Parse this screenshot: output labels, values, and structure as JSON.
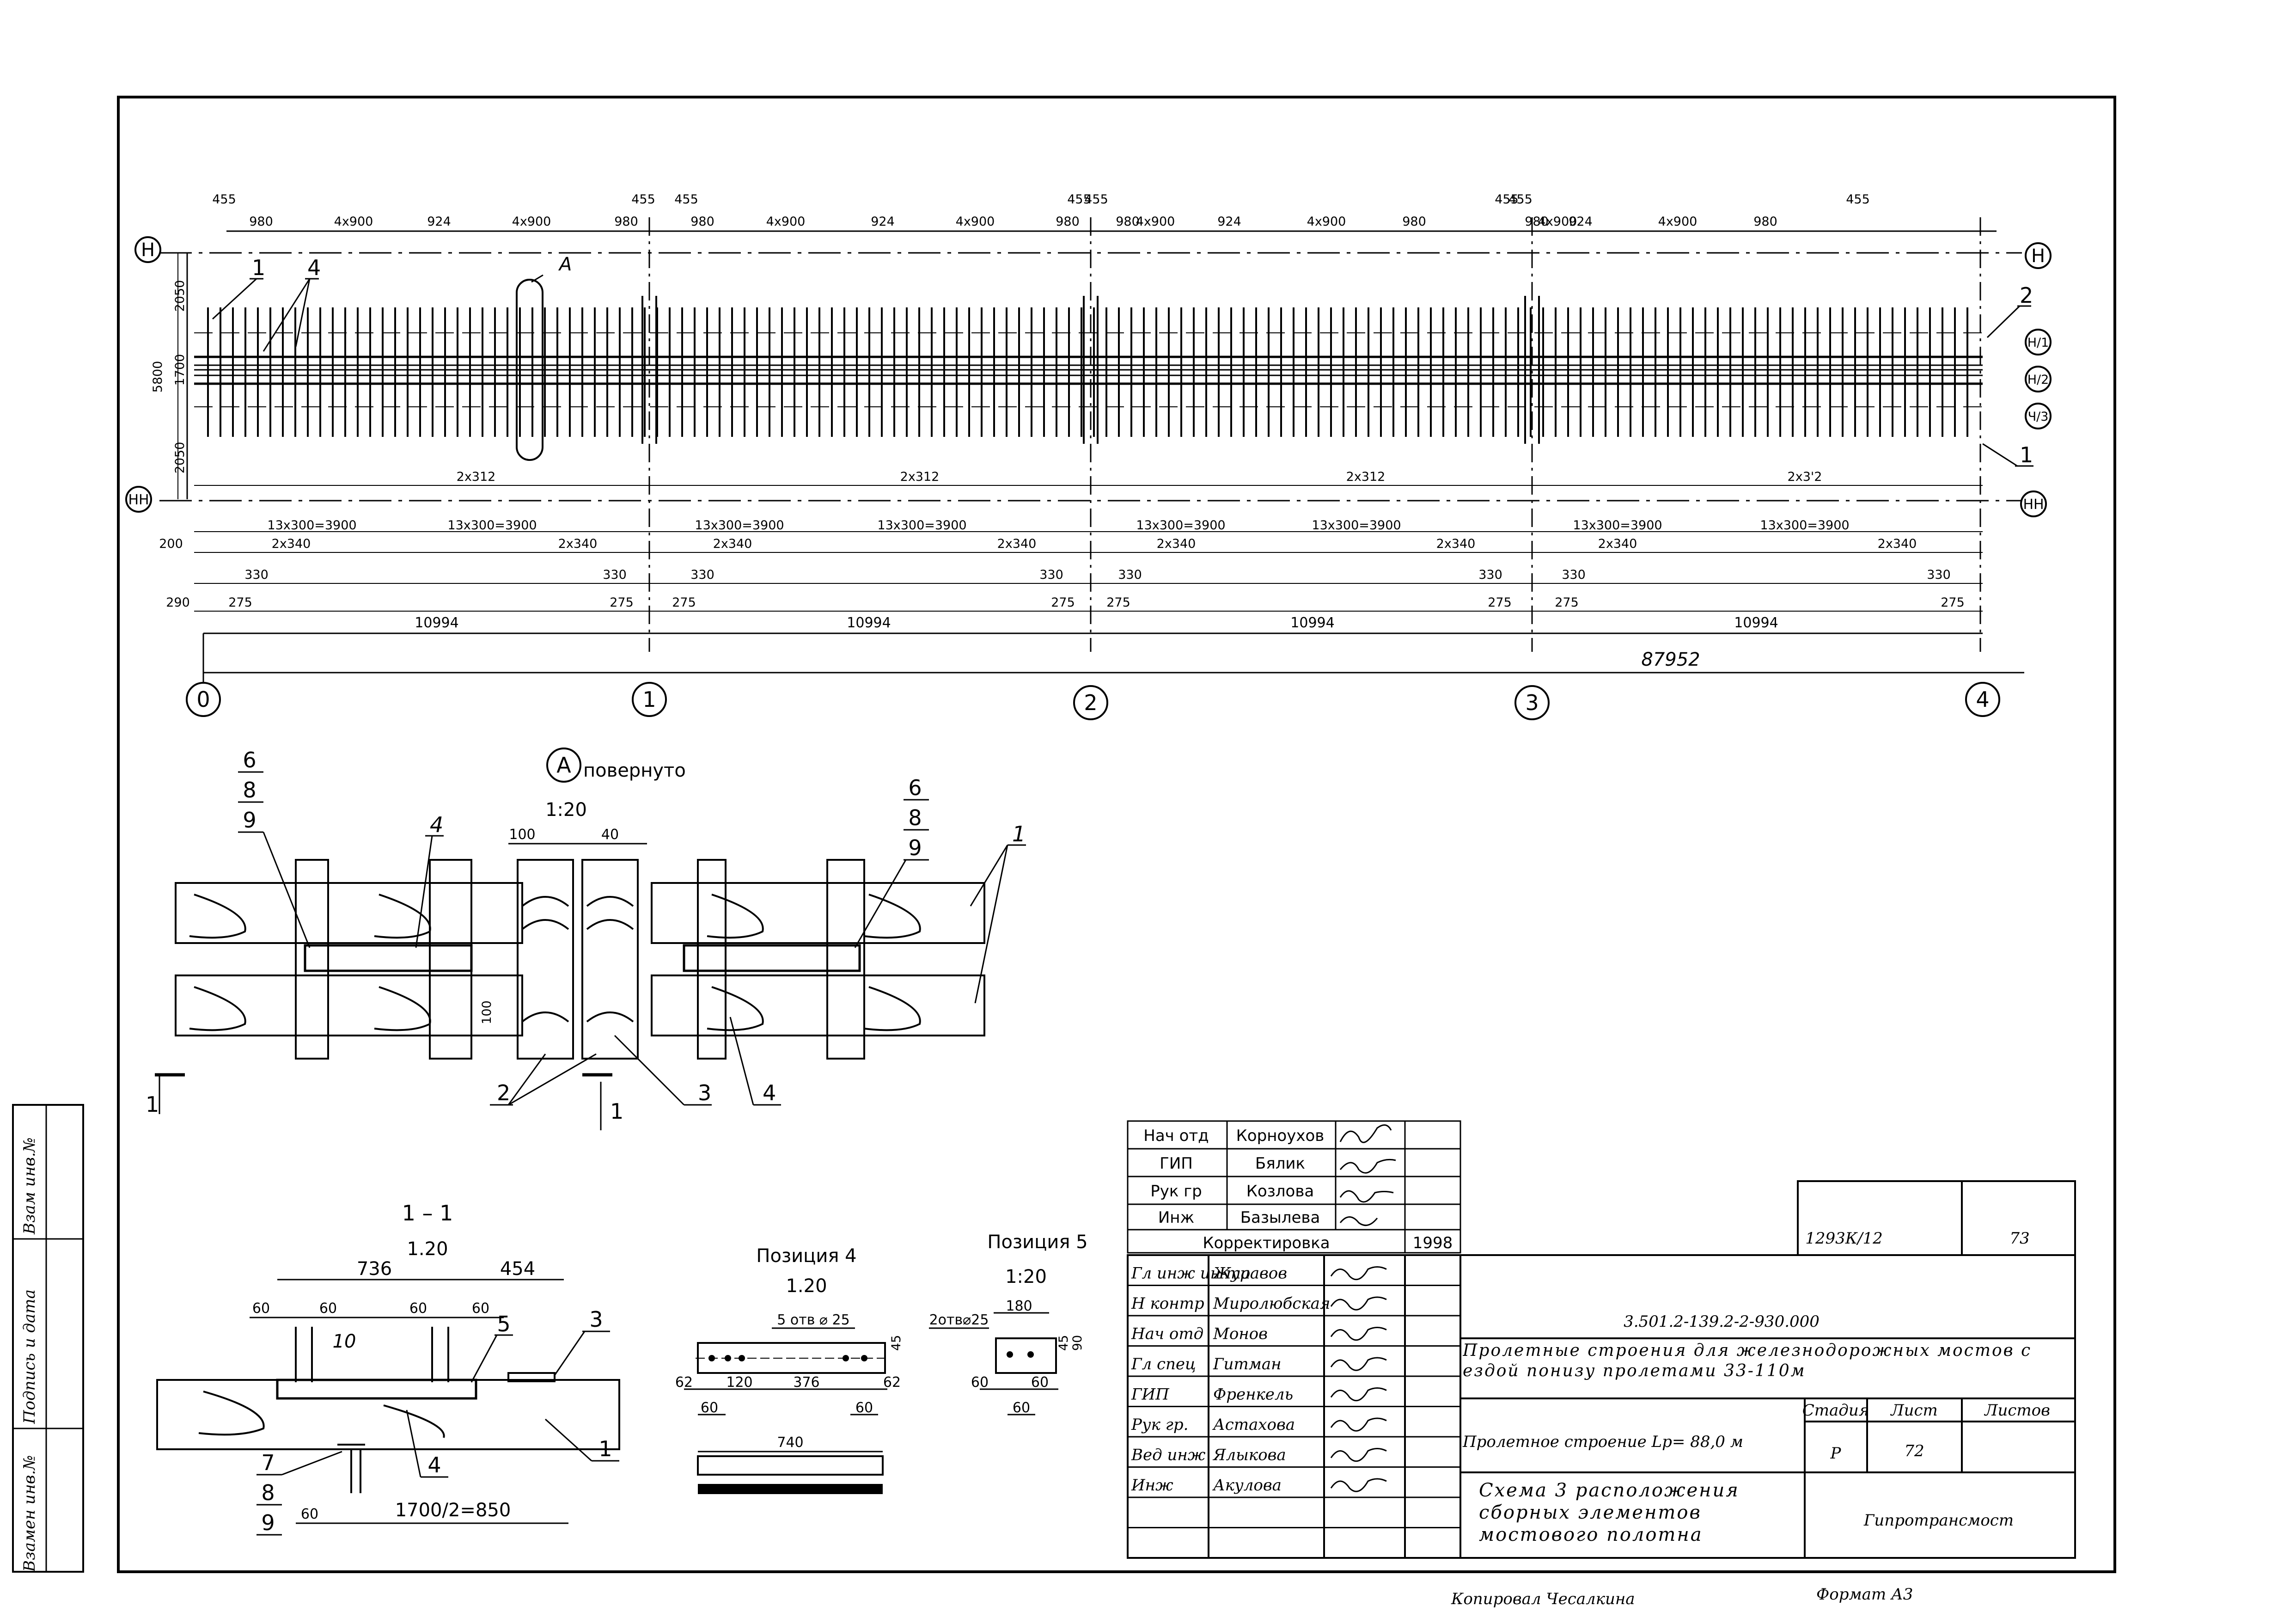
{
  "plan": {
    "axis_labels": [
      "0",
      "1",
      "2",
      "3",
      "4"
    ],
    "left_marks": [
      "Н",
      "НН"
    ],
    "right_marks": [
      "Н",
      "Н/1",
      "Н/2",
      "Ч/3",
      "НН"
    ],
    "top_dims": [
      "455",
      "980",
      "4х900",
      "924",
      "4х900",
      "980",
      "455",
      "455",
      "980",
      "4х900",
      "924",
      "4х900",
      "980",
      "455",
      "455",
      "980",
      "4х900",
      "924",
      "4х900",
      "980",
      "455",
      "455",
      "980",
      "4х900",
      "924",
      "4х900",
      "980",
      "455"
    ],
    "left_dims": [
      "2050",
      "5800",
      "1700",
      "2050"
    ],
    "dims_312": [
      "2х312",
      "2х312",
      "2х312",
      "2х3'2"
    ],
    "dims_3900": [
      "13х300=3900",
      "13х300=3900",
      "13х300=3900",
      "13х300=3900",
      "13х300=3900",
      "13х300=3900",
      "13х300=3900",
      "13х300=3900"
    ],
    "dims_340": [
      "2х340",
      "2х340",
      "2х340",
      "2х340",
      "2х340",
      "2х340",
      "2х340",
      "2х340"
    ],
    "dims_330": [
      "330",
      "330",
      "330",
      "330",
      "330",
      "330",
      "330",
      "330"
    ],
    "dims_275": [
      "275",
      "275",
      "275",
      "275",
      "275",
      "275",
      "275",
      "275"
    ],
    "dims_200": "200",
    "dims_290": "290",
    "span_dims": [
      "10994",
      "10994",
      "10994",
      "10994"
    ],
    "total_dim": "87952",
    "callout_A": "А",
    "callouts": [
      "1",
      "4",
      "2",
      "1"
    ]
  },
  "detailA": {
    "mark": "А",
    "rotated": "повернуто",
    "scale": "1:20",
    "dims": [
      "100",
      "40",
      "100"
    ],
    "stack_left": [
      "6",
      "8",
      "9"
    ],
    "stack_right": [
      "6",
      "8",
      "9"
    ],
    "callouts": [
      "4",
      "1",
      "2",
      "3",
      "4"
    ],
    "section_mark": "1"
  },
  "section11": {
    "title": "1 – 1",
    "scale": "1.20",
    "dims_top": [
      "736",
      "454"
    ],
    "dims_60": [
      "60",
      "60",
      "60",
      "60"
    ],
    "callouts": [
      "10",
      "5",
      "3",
      "4",
      "1"
    ],
    "stack": [
      "7",
      "8",
      "9"
    ],
    "bottom_60": "60",
    "bottom_dim": "1700/2=850"
  },
  "pos4": {
    "title": "Позиция 4",
    "scale": "1.20",
    "holes": "5 отв ⌀ 25",
    "dims": [
      "45",
      "62",
      "120",
      "376",
      "62",
      "60",
      "60",
      "740"
    ]
  },
  "pos5": {
    "title": "Позиция 5",
    "scale": "1:20",
    "holes": "2отв⌀25",
    "dims": [
      "180",
      "45",
      "90",
      "60",
      "60",
      "60"
    ]
  },
  "side_stamp": {
    "cells": [
      "Взамен инв.№",
      "Подпись и дата",
      "Взам инв.№"
    ]
  },
  "correction": {
    "rows": [
      {
        "role": "Нач отд",
        "name": "Корноухов"
      },
      {
        "role": "ГИП",
        "name": "Бялик"
      },
      {
        "role": "Рук гр",
        "name": "Козлова"
      },
      {
        "role": "Инж",
        "name": "Базылева"
      }
    ],
    "label": "Корректировка",
    "year": "1998"
  },
  "title_block": {
    "sheet_code": "1293К/12",
    "sheet_no": "73",
    "doc_code": "3.501.2-139.2-2-930.000",
    "series_title": "Пролетные строения для железнодорожных мостов с ездой понизу пролетами 33-110м",
    "object": "Пролетное строение Lp= 88,0 м",
    "stage_label": "Стадия",
    "sheet_label": "Лист",
    "sheets_label": "Листов",
    "stage": "Р",
    "sheet": "72",
    "sheets": "",
    "drawing_title": "Схема 3 расположения сборных элементов мостового полотна",
    "org": "Гипротрансмост",
    "staff": [
      {
        "role": "Гл инж ин-та",
        "name": "Журавов"
      },
      {
        "role": "Н контр",
        "name": "Миролюбская"
      },
      {
        "role": "Нач отд",
        "name": "Монов"
      },
      {
        "role": "Гл спец",
        "name": "Гитман"
      },
      {
        "role": "ГИП",
        "name": "Френкель"
      },
      {
        "role": "Рук гр.",
        "name": "Астахова"
      },
      {
        "role": "Вед инж",
        "name": "Ялыкова"
      },
      {
        "role": "Инж",
        "name": "Акулова"
      }
    ]
  },
  "footer": {
    "copied": "Копировал Чесалкина",
    "format": "Формат А3"
  }
}
